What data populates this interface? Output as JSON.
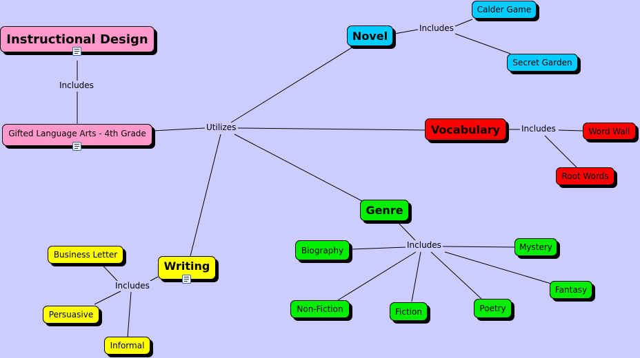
{
  "nodes": {
    "instructional_design": "Instructional Design",
    "gifted": "Gifted Language Arts - 4th Grade",
    "novel": "Novel",
    "calder": "Calder Game",
    "secret": "Secret Garden",
    "vocabulary": "Vocabulary",
    "word_wall": "Word Wall",
    "root_words": "Root Words",
    "genre": "Genre",
    "biography": "Biography",
    "mystery": "Mystery",
    "nonfiction": "Non-Fiction",
    "fiction": "Fiction",
    "poetry": "Poetry",
    "fantasy": "Fantasy",
    "writing": "Writing",
    "business": "Business Letter",
    "persuasive": "Persuasive",
    "informal": "Informal"
  },
  "links": {
    "utilizes": "Utilizes",
    "includes_design": "Includes",
    "includes_novel": "Includes",
    "includes_vocab": "Includes",
    "includes_genre": "Includes",
    "includes_writing": "Includes"
  },
  "colors": {
    "background": "#ccccff",
    "pink": "#ff99cc",
    "blue": "#00ccff",
    "red": "#ff0000",
    "green": "#00ee00",
    "yellow": "#ffff00"
  },
  "icons": [
    "document-icon"
  ]
}
